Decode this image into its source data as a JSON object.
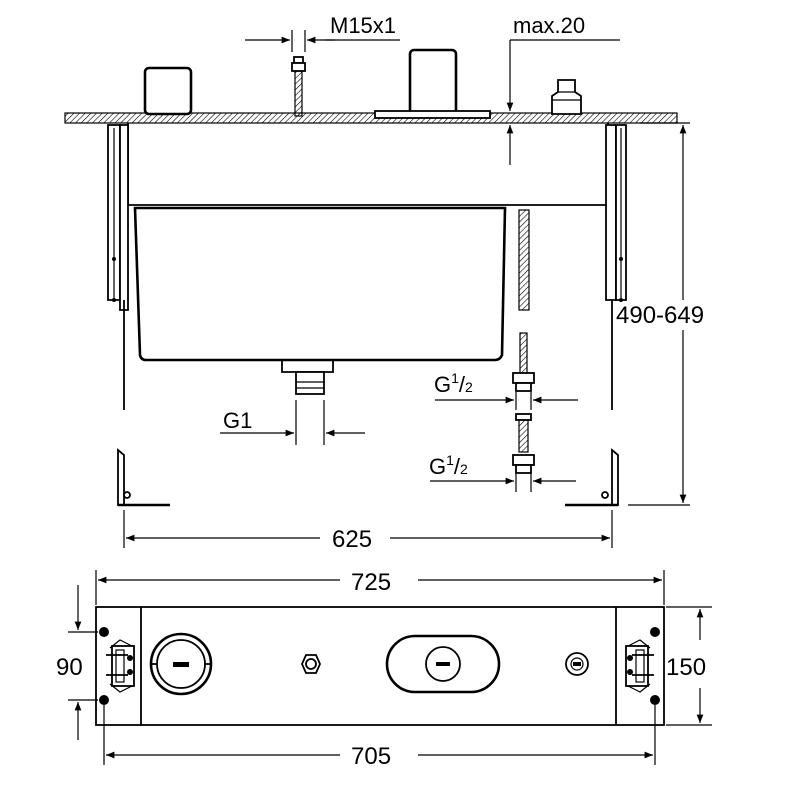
{
  "dimensions": {
    "thread_top": "M15x1",
    "max_depth": "max.20",
    "height_range": "490-649",
    "outlet_g1": "G1",
    "inlet_1_base": "G",
    "inlet_1_num": "1",
    "inlet_1_den": "2",
    "inlet_2_base": "G",
    "inlet_2_num": "1",
    "inlet_2_den": "2",
    "frame_width": "625",
    "overall_width": "725",
    "plate_height_inner": "90",
    "plate_height_outer": "150",
    "plate_width": "705"
  },
  "colors": {
    "line": "#000000",
    "background": "#ffffff"
  }
}
